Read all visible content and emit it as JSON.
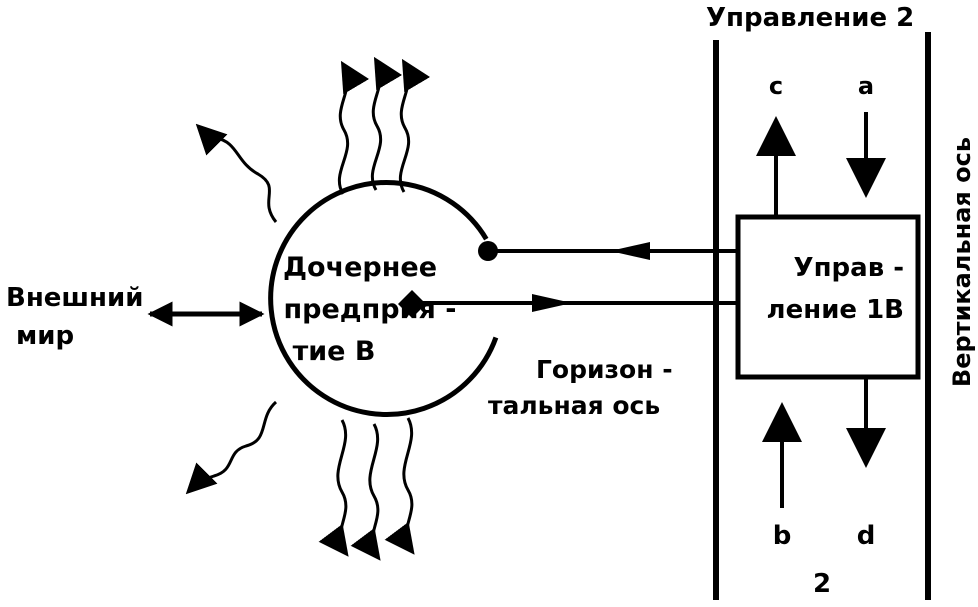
{
  "labels": {
    "title_top": "Управление 2",
    "external_world_line1": "Внешний",
    "external_world_line2": "мир",
    "subsidiary_line1": "Дочернее",
    "subsidiary_line2": "предприя -",
    "subsidiary_line3": "тие В",
    "horizontal_axis_line1": "Горизон -",
    "horizontal_axis_line2": "тальная ось",
    "vertical_axis": "Вертикальная ось",
    "mgmt_box_line1": "Управ -",
    "mgmt_box_line2": "ление 1В",
    "flow_c": "с",
    "flow_a": "а",
    "flow_b": "b",
    "flow_d": "d",
    "bottom_number": "2"
  },
  "colors": {
    "ink": "#000000",
    "paper": "#ffffff"
  }
}
